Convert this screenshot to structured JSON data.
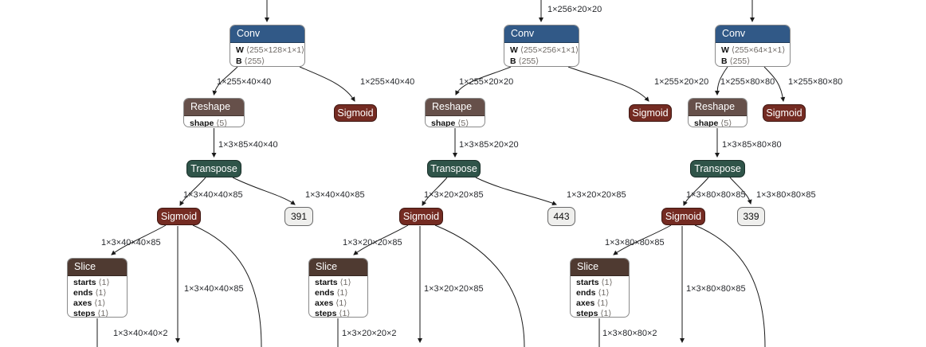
{
  "colors": {
    "conv_header": "#315987",
    "reshape_header": "#66504a",
    "slice_header": "#4f3a31",
    "transpose_fill": "#2f5449",
    "sigmoid_fill": "#742b22",
    "badge_bg": "#efefed",
    "edge": "#1a1a1a"
  },
  "columns": {
    "l": {
      "conv": {
        "title": "Conv",
        "rows": [
          [
            "W",
            "⟨255×128×1×1⟩"
          ],
          [
            "B",
            "⟨255⟩"
          ]
        ]
      },
      "reshape": {
        "title": "Reshape",
        "rows": [
          [
            "shape",
            "⟨5⟩"
          ]
        ]
      },
      "branch_sigmoid": "Sigmoid",
      "transpose": "Transpose",
      "main_sigmoid": "Sigmoid",
      "badge": "391",
      "slice": {
        "title": "Slice",
        "rows": [
          [
            "starts",
            "⟨1⟩"
          ],
          [
            "ends",
            "⟨1⟩"
          ],
          [
            "axes",
            "⟨1⟩"
          ],
          [
            "steps",
            "⟨1⟩"
          ]
        ]
      },
      "labels": {
        "conv_out_left": "1×255×40×40",
        "conv_out_right": "1×255×40×40",
        "reshape_out": "1×3×85×40×40",
        "transpose_out_left": "1×3×40×40×85",
        "transpose_out_right": "1×3×40×40×85",
        "slice_in": "1×3×40×40×85",
        "sigmoid_down": "1×3×40×40×85",
        "slice_out": "1×3×40×40×2"
      }
    },
    "m": {
      "conv_in": "1×256×20×20",
      "conv": {
        "title": "Conv",
        "rows": [
          [
            "W",
            "⟨255×256×1×1⟩"
          ],
          [
            "B",
            "⟨255⟩"
          ]
        ]
      },
      "reshape": {
        "title": "Reshape",
        "rows": [
          [
            "shape",
            "⟨5⟩"
          ]
        ]
      },
      "branch_sigmoid": "Sigmoid",
      "transpose": "Transpose",
      "main_sigmoid": "Sigmoid",
      "badge": "443",
      "slice": {
        "title": "Slice",
        "rows": [
          [
            "starts",
            "⟨1⟩"
          ],
          [
            "ends",
            "⟨1⟩"
          ],
          [
            "axes",
            "⟨1⟩"
          ],
          [
            "steps",
            "⟨1⟩"
          ]
        ]
      },
      "labels": {
        "conv_out_left": "1×255×20×20",
        "conv_out_right": "1×255×20×20",
        "reshape_out": "1×3×85×20×20",
        "transpose_out_left": "1×3×20×20×85",
        "transpose_out_right": "1×3×20×20×85",
        "slice_in": "1×3×20×20×85",
        "sigmoid_down": "1×3×20×20×85",
        "slice_out": "1×3×20×20×2"
      }
    },
    "r": {
      "conv": {
        "title": "Conv",
        "rows": [
          [
            "W",
            "⟨255×64×1×1⟩"
          ],
          [
            "B",
            "⟨255⟩"
          ]
        ]
      },
      "reshape": {
        "title": "Reshape",
        "rows": [
          [
            "shape",
            "⟨5⟩"
          ]
        ]
      },
      "branch_sigmoid": "Sigmoid",
      "transpose": "Transpose",
      "main_sigmoid": "Sigmoid",
      "badge": "339",
      "slice": {
        "title": "Slice",
        "rows": [
          [
            "starts",
            "⟨1⟩"
          ],
          [
            "ends",
            "⟨1⟩"
          ],
          [
            "axes",
            "⟨1⟩"
          ],
          [
            "steps",
            "⟨1⟩"
          ]
        ]
      },
      "labels": {
        "conv_out_left": "1×255×80×80",
        "conv_out_right": "1×255×80×80",
        "reshape_out": "1×3×85×80×80",
        "transpose_out_left": "1×3×80×80×85",
        "transpose_out_right": "1×3×80×80×85",
        "slice_in": "1×3×80×80×85",
        "sigmoid_down": "1×3×80×80×85",
        "slice_out": "1×3×80×80×2"
      }
    }
  }
}
